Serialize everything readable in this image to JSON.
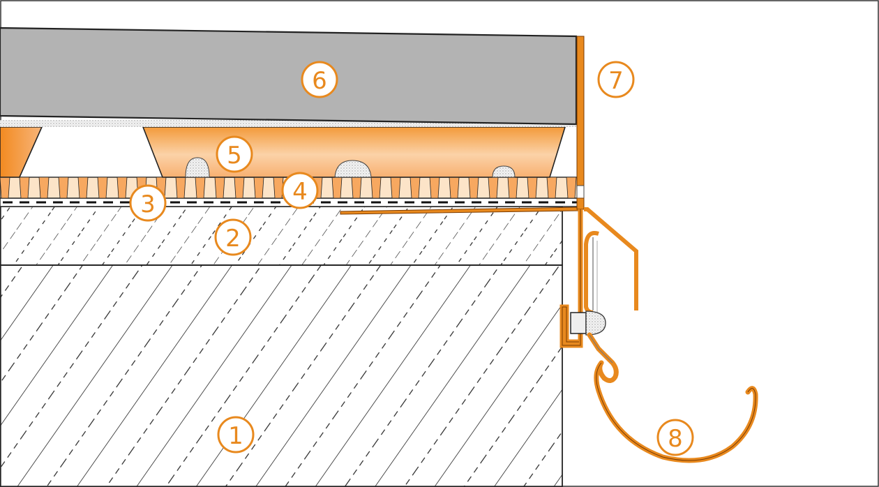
{
  "callouts": [
    {
      "id": "1",
      "label": "1"
    },
    {
      "id": "2",
      "label": "2"
    },
    {
      "id": "3",
      "label": "3"
    },
    {
      "id": "4",
      "label": "4"
    },
    {
      "id": "5",
      "label": "5"
    },
    {
      "id": "6",
      "label": "6"
    },
    {
      "id": "7",
      "label": "7"
    },
    {
      "id": "8",
      "label": "8"
    }
  ],
  "colors": {
    "accent": "#e8891e",
    "tile": "#b3b3b3",
    "mortar_light": "#fde2c4",
    "outline": "#222222"
  }
}
